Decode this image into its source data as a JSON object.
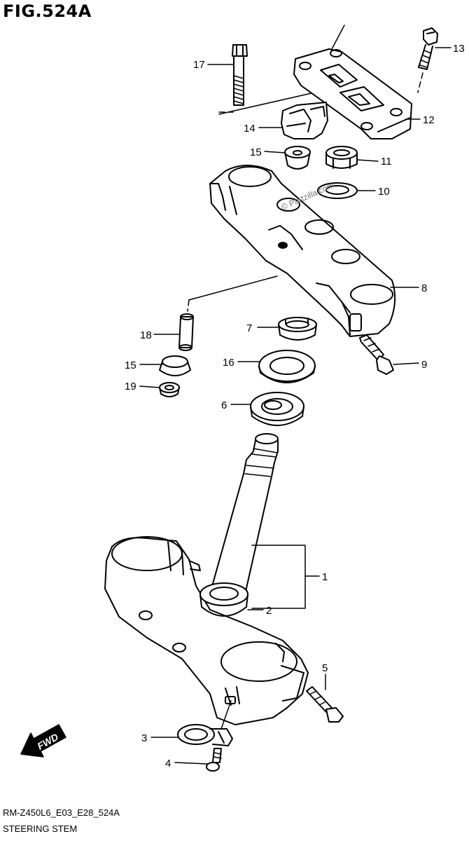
{
  "figure_title": "FIG.524A",
  "footer": {
    "code": "RM-Z450L6_E03_E28_524A",
    "name": "STEERING STEM"
  },
  "fwd_arrow": {
    "label": "FWD"
  },
  "watermark": "© Partzilla.com",
  "callouts": [
    {
      "id": "c1",
      "label": "1"
    },
    {
      "id": "c2",
      "label": "2"
    },
    {
      "id": "c3",
      "label": "3"
    },
    {
      "id": "c4",
      "label": "4"
    },
    {
      "id": "c5",
      "label": "5"
    },
    {
      "id": "c6",
      "label": "6"
    },
    {
      "id": "c7",
      "label": "7"
    },
    {
      "id": "c8",
      "label": "8"
    },
    {
      "id": "c9",
      "label": "9"
    },
    {
      "id": "c10",
      "label": "10"
    },
    {
      "id": "c11",
      "label": "11"
    },
    {
      "id": "c12",
      "label": "12"
    },
    {
      "id": "c13",
      "label": "13"
    },
    {
      "id": "c14",
      "label": "14"
    },
    {
      "id": "c15a",
      "label": "15"
    },
    {
      "id": "c15b",
      "label": "15"
    },
    {
      "id": "c16",
      "label": "16"
    },
    {
      "id": "c17",
      "label": "17"
    },
    {
      "id": "c18",
      "label": "18"
    },
    {
      "id": "c19",
      "label": "19"
    }
  ]
}
